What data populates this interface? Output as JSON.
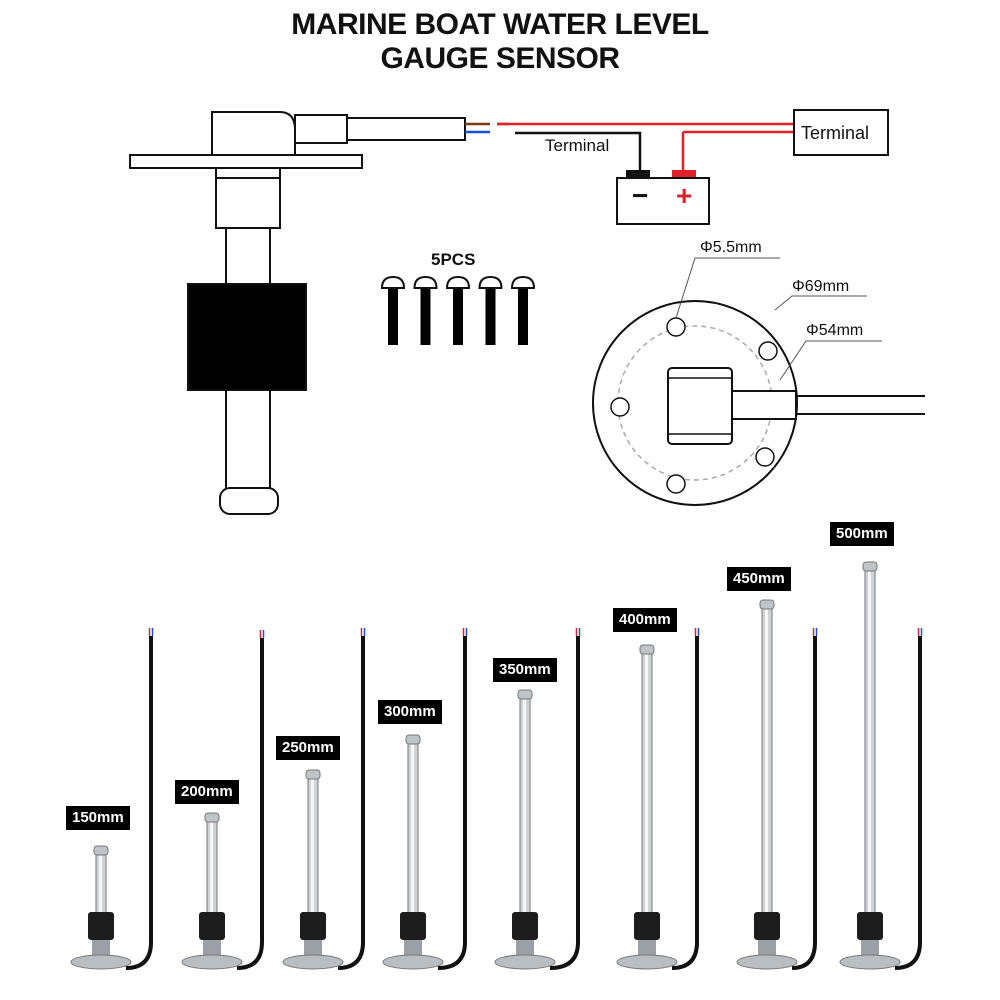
{
  "title": {
    "line1": "MARINE BOAT WATER LEVEL",
    "line2": "GAUGE SENSOR"
  },
  "wiring": {
    "terminal_left": "Terminal",
    "terminal_right": "Terminal",
    "battery_minus": "−",
    "battery_plus": "+"
  },
  "screws": {
    "label": "5PCS",
    "count": 5
  },
  "flange": {
    "hole_dia": "Φ5.5mm",
    "outer_dia": "Φ69mm",
    "bolt_circle_dia": "Φ54mm"
  },
  "lengths": [
    "150mm",
    "200mm",
    "250mm",
    "300mm",
    "350mm",
    "400mm",
    "450mm",
    "500mm"
  ],
  "colors": {
    "wire_red": "#e0202a",
    "wire_black": "#111111",
    "wire_blue": "#1c4fd6",
    "wire_brown": "#7a3b12"
  }
}
